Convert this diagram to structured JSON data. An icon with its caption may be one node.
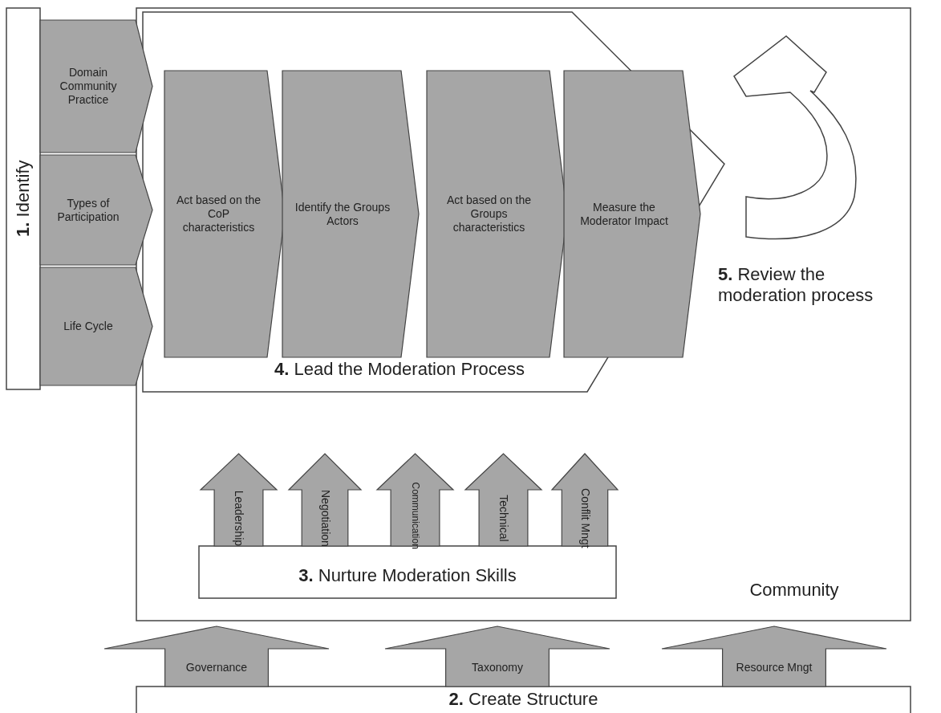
{
  "diagram": {
    "nodes": [
      {
        "text": [
          "**1.** Identify"
        ]
      },
      {
        "text": [
          "Domain Community Practice"
        ]
      },
      {
        "text": [
          "Types of Participation"
        ]
      },
      {
        "text": [
          "Life Cycle"
        ]
      },
      {
        "text": [
          "Community"
        ]
      },
      {
        "text": [
          "**4.** Lead the Moderation Process"
        ],
        "in": 4
      },
      {
        "text": [
          "Act based on the CoP characteristics"
        ],
        "in": 5
      },
      {
        "text": [
          "Identify the Groups Actors"
        ],
        "in": 5
      },
      {
        "text": [
          "Act based on the Groups characteristics"
        ],
        "in": 5
      },
      {
        "text": [
          "Measure the Moderator Impact"
        ],
        "in": 5
      },
      {
        "text": [
          "**5.** Review the moderation process"
        ],
        "in": 4
      },
      {
        "text": [
          "**3.** Nurture Moderation Skills"
        ],
        "in": 4
      },
      {
        "text": [
          "Leadership"
        ],
        "in": 4
      },
      {
        "text": [
          "Negotiation"
        ],
        "in": 4
      },
      {
        "text": [
          "Communication"
        ],
        "in": 4
      },
      {
        "text": [
          "Technical"
        ],
        "in": 4
      },
      {
        "text": [
          "Conflit Mngt"
        ],
        "in": 4
      },
      {
        "text": [
          "**2.** Create Structure"
        ]
      },
      {
        "text": [
          "Governance"
        ]
      },
      {
        "text": [
          "Taxonomy"
        ]
      },
      {
        "text": [
          "Resource Mngt"
        ]
      }
    ],
    "edges": []
  }
}
